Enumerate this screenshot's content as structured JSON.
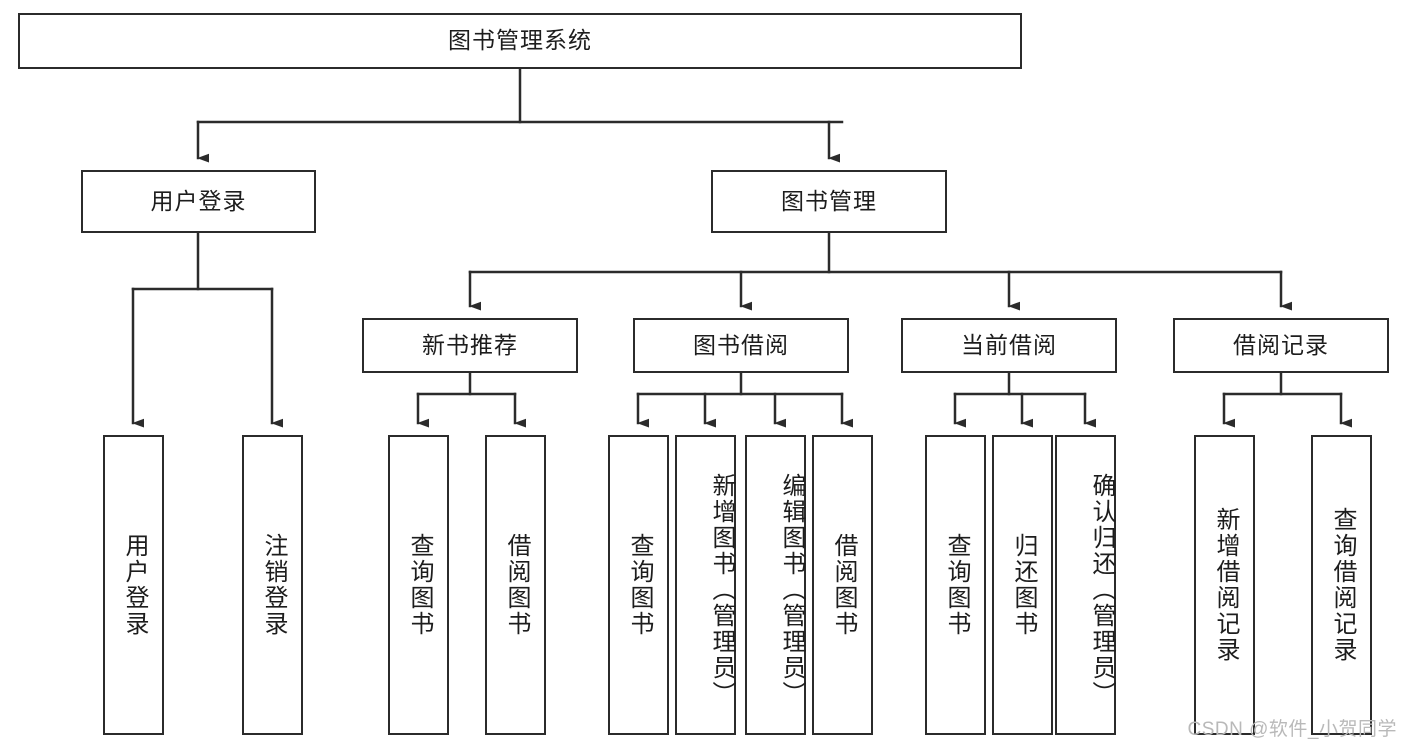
{
  "diagram": {
    "type": "tree-hierarchy",
    "title": "图书管理系统",
    "watermark": "CSDN @软件_小贺同学",
    "colors": {
      "stroke": "#2b2b2b",
      "fill": "#ffffff",
      "text": "#1d1d1d",
      "watermark": "#b9b9b9"
    },
    "root": {
      "id": "root",
      "label": "图书管理系统"
    },
    "level2": [
      {
        "id": "user-login",
        "label": "用户登录"
      },
      {
        "id": "book-manage",
        "label": "图书管理"
      }
    ],
    "level3": [
      {
        "id": "new-book-rec",
        "label": "新书推荐",
        "parent": "book-manage"
      },
      {
        "id": "book-borrow",
        "label": "图书借阅",
        "parent": "book-manage"
      },
      {
        "id": "current-borrow",
        "label": "当前借阅",
        "parent": "book-manage"
      },
      {
        "id": "borrow-record",
        "label": "借阅记录",
        "parent": "book-manage"
      }
    ],
    "leaves": [
      {
        "id": "leaf-user-login",
        "label": "用户登录",
        "parent": "user-login"
      },
      {
        "id": "leaf-logout-login",
        "label": "注销登录",
        "parent": "user-login"
      },
      {
        "id": "leaf-query-book-1",
        "label": "查询图书",
        "parent": "new-book-rec"
      },
      {
        "id": "leaf-borrow-book-1",
        "label": "借阅图书",
        "parent": "new-book-rec"
      },
      {
        "id": "leaf-query-book-2",
        "label": "查询图书",
        "parent": "book-borrow"
      },
      {
        "id": "leaf-add-book",
        "label": "新增图书（管理员）",
        "parent": "book-borrow"
      },
      {
        "id": "leaf-edit-book",
        "label": "编辑图书（管理员）",
        "parent": "book-borrow"
      },
      {
        "id": "leaf-borrow-book-2",
        "label": "借阅图书",
        "parent": "book-borrow"
      },
      {
        "id": "leaf-query-book-3",
        "label": "查询图书",
        "parent": "current-borrow"
      },
      {
        "id": "leaf-return-book",
        "label": "归还图书",
        "parent": "current-borrow"
      },
      {
        "id": "leaf-confirm-return",
        "label": "确认归还（管理员）",
        "parent": "current-borrow"
      },
      {
        "id": "leaf-add-record",
        "label": "新增借阅记录",
        "parent": "borrow-record"
      },
      {
        "id": "leaf-query-record",
        "label": "查询借阅记录",
        "parent": "borrow-record"
      }
    ]
  }
}
